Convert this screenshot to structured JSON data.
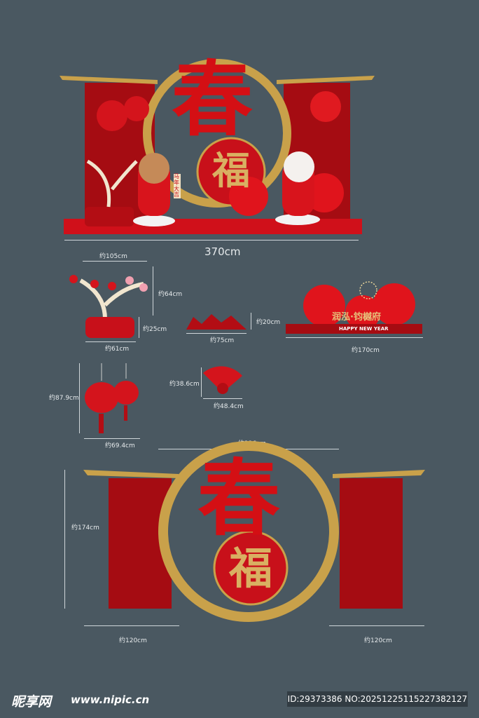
{
  "main_scene": {
    "big_char": "春",
    "fu_char": "福",
    "scroll_text": "马年大吉",
    "width_label": "370cm"
  },
  "components": {
    "tree": {
      "width": "约105cm",
      "height": "约64cm",
      "base_height": "约25cm",
      "base_width": "约61cm"
    },
    "mountain": {
      "height": "约20cm",
      "width": "约75cm"
    },
    "fan_board": {
      "brand": "润泓·钧樾府",
      "slogan": "HAPPY NEW YEAR",
      "width": "约170cm"
    },
    "lanterns": {
      "height": "约87.9cm",
      "width": "约69.4cm"
    },
    "fan": {
      "height": "约38.6cm",
      "width": "约48.4cm"
    }
  },
  "backdrop": {
    "center_width": "约226cm",
    "height": "约174cm",
    "left_width": "约120cm",
    "right_width": "约120cm",
    "big_char": "春",
    "fu_char": "福"
  },
  "watermark": {
    "logo": "昵享网",
    "url": "www.nipic.cn",
    "id_text": "ID:29373386 NO:20251225115227382127"
  },
  "colors": {
    "background": "#4a5861",
    "red": "#c8101a",
    "dark_red": "#9c0a0f",
    "gold": "#c9a14a"
  }
}
